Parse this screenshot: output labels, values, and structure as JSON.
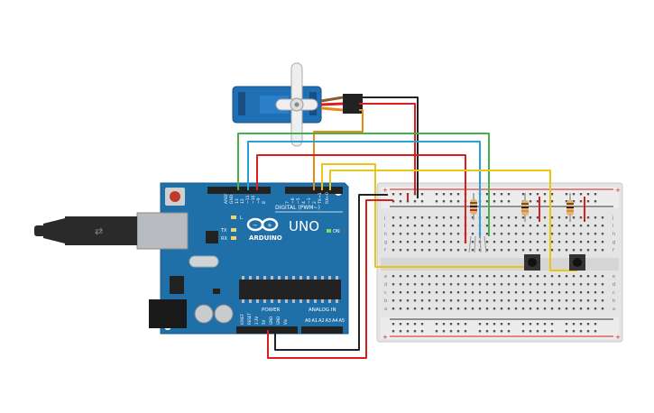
{
  "arduino": {
    "brand": "ARDUINO",
    "model": "UNO",
    "digital_label": "DIGITAL (PWM~)",
    "power_label": "POWER",
    "analog_label": "ANALOG IN",
    "on_label": "ON",
    "tx_label": "TX",
    "rx_label": "RX",
    "l_label": "L",
    "aref_label": "AREF",
    "gnd_label": "GND",
    "digital_pins": [
      "13",
      "12",
      "~11",
      "~10",
      "~9",
      "8",
      "7",
      "~6",
      "~5",
      "4",
      "~3",
      "2",
      "TX→1",
      "RX←0"
    ],
    "power_pins": [
      "IOREF",
      "RESET",
      "3.3V",
      "5V",
      "GND",
      "GND",
      "Vin"
    ],
    "analog_pins": [
      "A0",
      "A1",
      "A2",
      "A3",
      "A4",
      "A5"
    ]
  },
  "breadboard": {
    "row_letters_top": [
      "j",
      "i",
      "h",
      "g",
      "f"
    ],
    "row_letters_bottom": [
      "e",
      "d",
      "c",
      "b",
      "a"
    ],
    "plus_label": "+",
    "minus_label": "−",
    "column_count": 30
  },
  "colors": {
    "arduino_board": "#1f6fa8",
    "breadboard": "#e8e8e8",
    "wire_red": "#d62020",
    "wire_black": "#222222",
    "wire_green": "#44b04a",
    "wire_blue": "#2b9fd8",
    "wire_yellow": "#e8c617",
    "wire_orange": "#e88a1a",
    "servo_body": "#1f6fb5"
  },
  "components": [
    "servo-motor",
    "arduino-uno",
    "breadboard",
    "resistor",
    "resistor",
    "resistor",
    "rgb-led",
    "pushbutton",
    "pushbutton",
    "usb-connector",
    "power-jack"
  ]
}
